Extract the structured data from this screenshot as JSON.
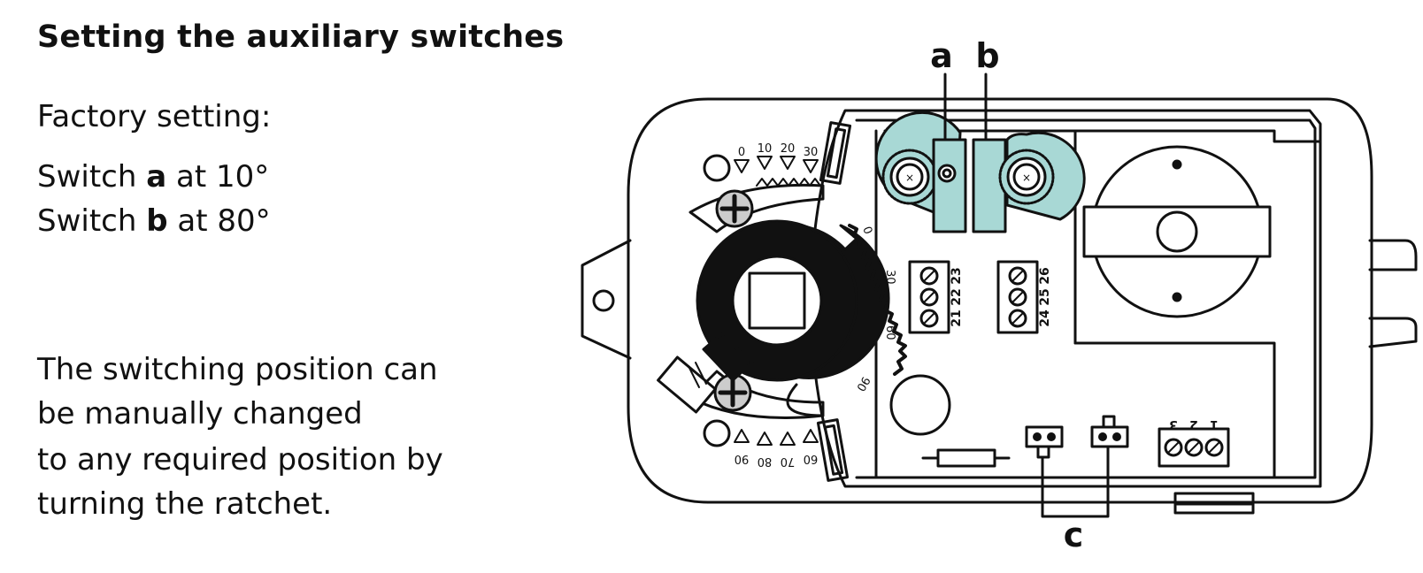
{
  "heading": "Setting the auxiliary switches",
  "factory_setting_label": "Factory setting:",
  "switch_a": {
    "prefix": "Switch",
    "id": "a",
    "suffix": "at 10°"
  },
  "switch_b": {
    "prefix": "Switch",
    "id": "b",
    "suffix": "at 80°"
  },
  "description_lines": [
    "The switching position can",
    "be manually changed",
    "to any required position by",
    "turning the ratchet."
  ],
  "diagram": {
    "callouts": {
      "a": "a",
      "b": "b",
      "c": "c"
    },
    "scale_top": [
      "0",
      "10",
      "20",
      "30"
    ],
    "scale_bottom": [
      "90",
      "80",
      "70",
      "60"
    ],
    "dial_scale": [
      "0",
      "30",
      "60",
      "90"
    ],
    "terminal_block_1": [
      "21",
      "22",
      "23"
    ],
    "terminal_block_2": [
      "24",
      "25",
      "26"
    ],
    "terminal_block_3": [
      "3",
      "2",
      "1"
    ],
    "colors": {
      "cam_fill": "#a8d8d5",
      "line": "#111111"
    }
  }
}
